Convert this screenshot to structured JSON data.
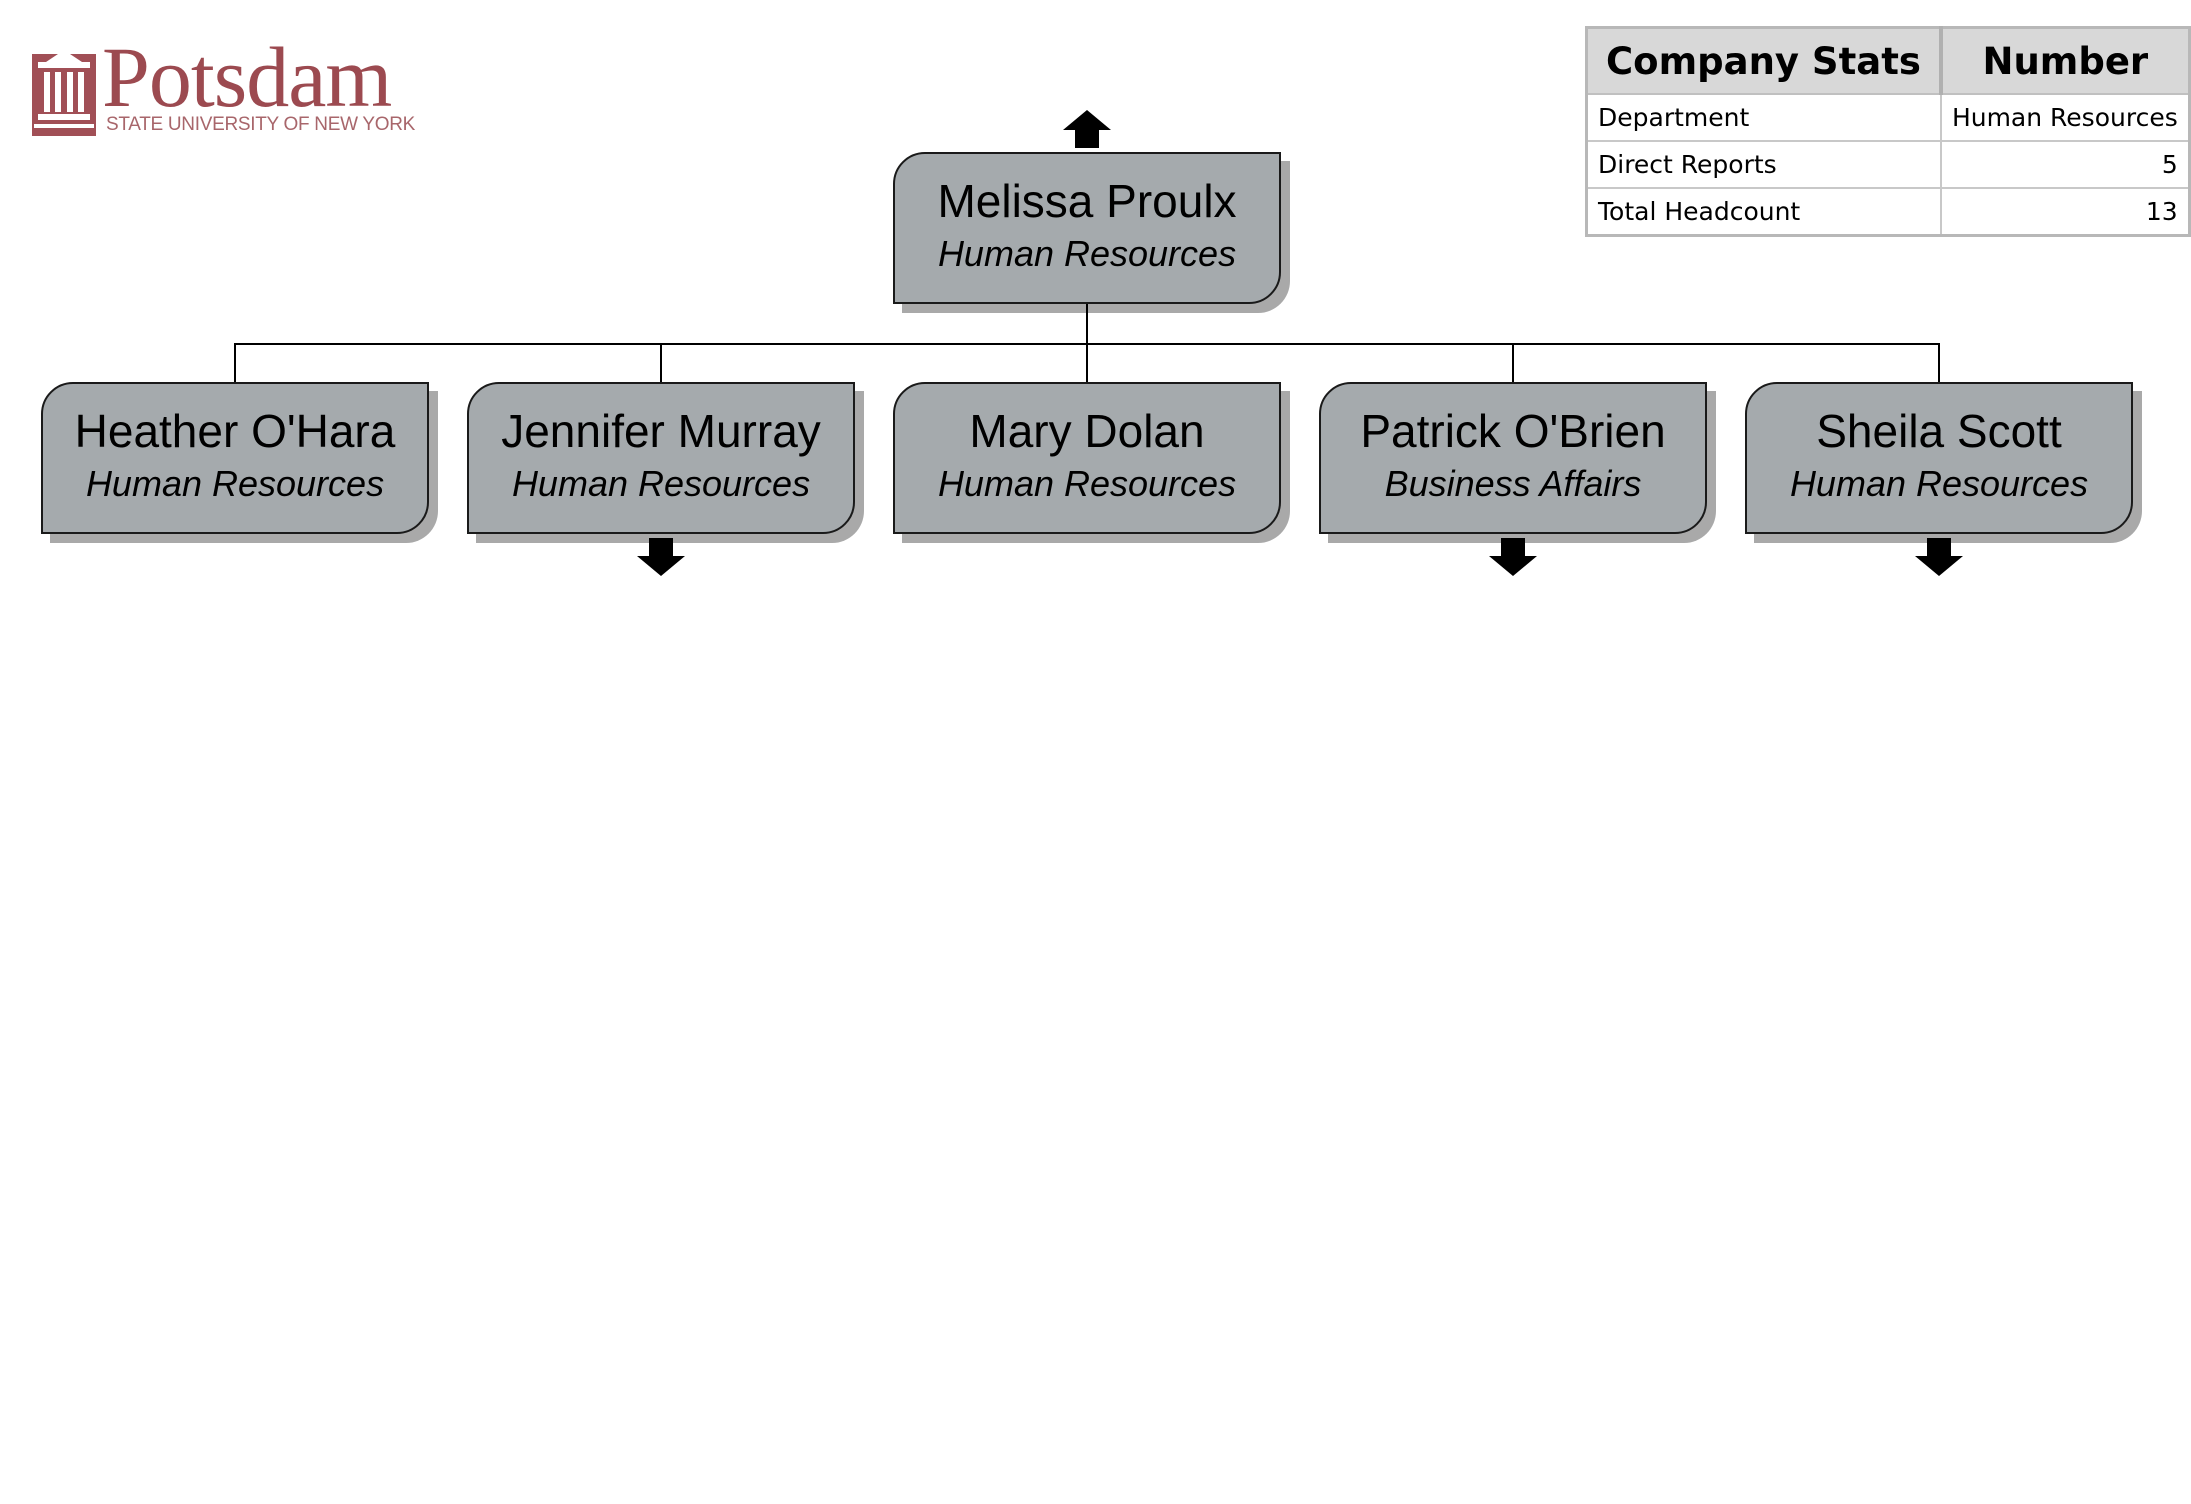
{
  "logo": {
    "wordmark": "Potsdam",
    "subtitle": "STATE UNIVERSITY OF NEW YORK",
    "color": "#9c4a50"
  },
  "stats": {
    "headers": [
      "Company Stats",
      "Number"
    ],
    "rows": [
      {
        "label": "Department",
        "value": "Human Resources"
      },
      {
        "label": "Direct Reports",
        "value": "5"
      },
      {
        "label": "Total Headcount",
        "value": "13"
      }
    ]
  },
  "org": {
    "root": {
      "name": "Melissa Proulx",
      "dept": "Human Resources",
      "has_parent": true
    },
    "children": [
      {
        "name": "Heather O'Hara",
        "dept": "Human Resources",
        "has_children": false
      },
      {
        "name": "Jennifer Murray",
        "dept": "Human Resources",
        "has_children": true
      },
      {
        "name": "Mary Dolan",
        "dept": "Human Resources",
        "has_children": false
      },
      {
        "name": "Patrick O'Brien",
        "dept": "Business Affairs",
        "has_children": true
      },
      {
        "name": "Sheila Scott",
        "dept": "Human Resources",
        "has_children": true
      }
    ],
    "box_color": "#a5aaad"
  }
}
